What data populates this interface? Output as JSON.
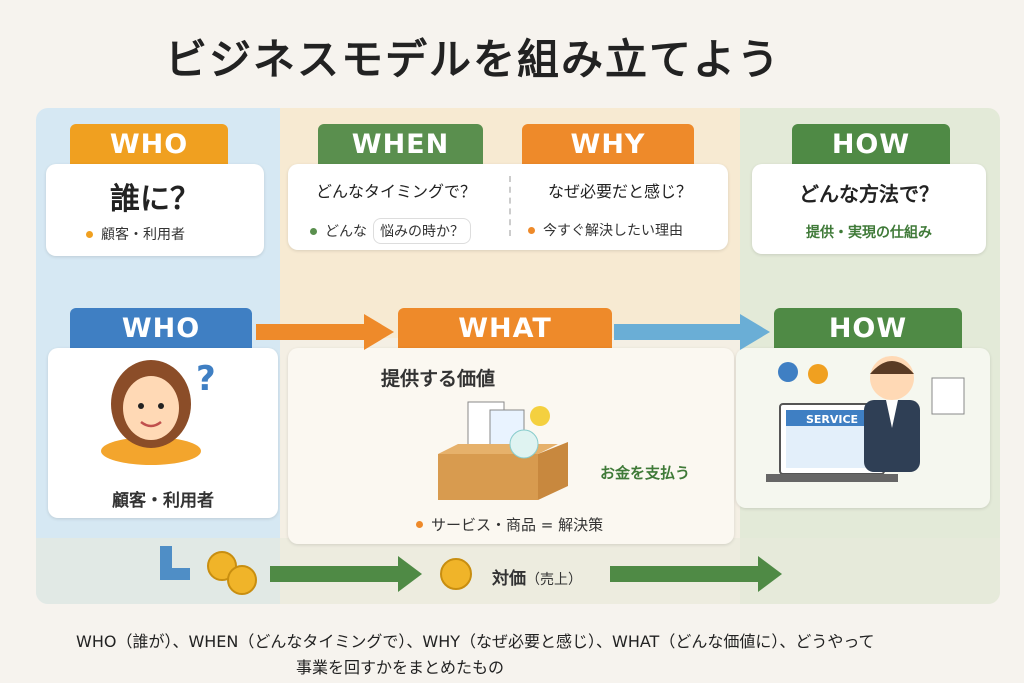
{
  "title": "ビジネスモデルを組み立てよう",
  "top": {
    "who": {
      "tab": "WHO",
      "question": "誰に？",
      "bullet": "顧客・利用者",
      "color": "#f0a020"
    },
    "when": {
      "tab": "WHEN",
      "question": "どんなタイミングで？",
      "bullet_a": "どんな",
      "bullet_b": "悩みの時か？",
      "color": "#5a8f4e"
    },
    "why": {
      "tab": "WHY",
      "question": "なぜ必要だと感じ？",
      "bullet": "今すぐ解決したい理由",
      "color": "#ee8a2a"
    },
    "how": {
      "tab": "HOW",
      "question": "どんな方法で？",
      "bullet": "提供・実現の仕組み",
      "color": "#4f8a45"
    }
  },
  "middle": {
    "who": {
      "tab": "WHO",
      "label": "顧客・利用者",
      "color": "#3f7fc3"
    },
    "what": {
      "tab": "WHAT",
      "label": "提供する価値",
      "bullet": "サービス・商品 = 解決策",
      "color": "#ee8a2a"
    },
    "how": {
      "tab": "HOW",
      "screen": "SERVICE",
      "color": "#4f8a45"
    },
    "payment": "お金を支払う",
    "price": "対価",
    "price_note": "（売上）"
  },
  "footer": {
    "line1": "WHO（誰が）、WHEN（どんなタイミングで）、WHY（なぜ必要と感じ）、WHAT（どんな価値に）、どうやって",
    "line2": "事業を回すかをまとめたもの"
  }
}
